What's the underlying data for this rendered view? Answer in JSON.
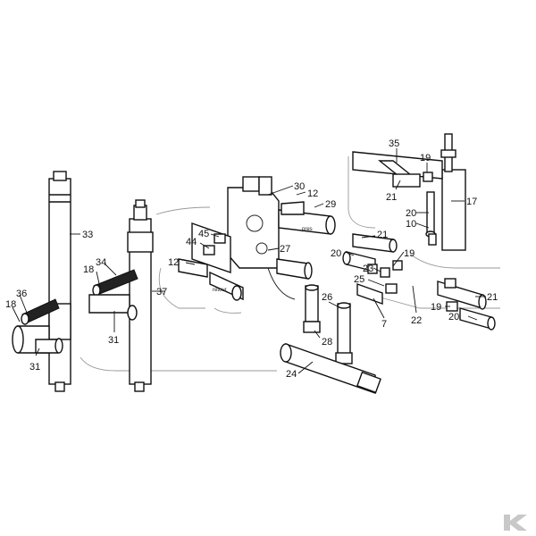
{
  "diagram": {
    "callouts": [
      {
        "id": "c33",
        "text": "33"
      },
      {
        "id": "c36",
        "text": "36"
      },
      {
        "id": "c18a",
        "text": "18"
      },
      {
        "id": "c31a",
        "text": "31"
      },
      {
        "id": "c34",
        "text": "34"
      },
      {
        "id": "c18b",
        "text": "18"
      },
      {
        "id": "c37",
        "text": "37"
      },
      {
        "id": "c31b",
        "text": "31"
      },
      {
        "id": "c30",
        "text": "30"
      },
      {
        "id": "c12a",
        "text": "12"
      },
      {
        "id": "c29",
        "text": "29"
      },
      {
        "id": "c45",
        "text": "45"
      },
      {
        "id": "c44",
        "text": "44"
      },
      {
        "id": "c27",
        "text": "27"
      },
      {
        "id": "c12b",
        "text": "12"
      },
      {
        "id": "c26",
        "text": "26"
      },
      {
        "id": "c28",
        "text": "28"
      },
      {
        "id": "c24",
        "text": "24"
      },
      {
        "id": "c35",
        "text": "35"
      },
      {
        "id": "c19a",
        "text": "19"
      },
      {
        "id": "c21a",
        "text": "21"
      },
      {
        "id": "c17",
        "text": "17"
      },
      {
        "id": "c20a",
        "text": "20"
      },
      {
        "id": "c10",
        "text": "10"
      },
      {
        "id": "c21b",
        "text": "21"
      },
      {
        "id": "c20b",
        "text": "20"
      },
      {
        "id": "c19b",
        "text": "19"
      },
      {
        "id": "c23",
        "text": "23"
      },
      {
        "id": "c25",
        "text": "25"
      },
      {
        "id": "c7",
        "text": "7"
      },
      {
        "id": "c22",
        "text": "22"
      },
      {
        "id": "c21c",
        "text": "21"
      },
      {
        "id": "c19c",
        "text": "19"
      },
      {
        "id": "c20c",
        "text": "20"
      }
    ],
    "stamps": {
      "retour": "retour",
      "pres": "pres"
    }
  },
  "brand": {
    "logo_icon": "k-logo-icon",
    "logo_color": "#c8c8c8"
  }
}
